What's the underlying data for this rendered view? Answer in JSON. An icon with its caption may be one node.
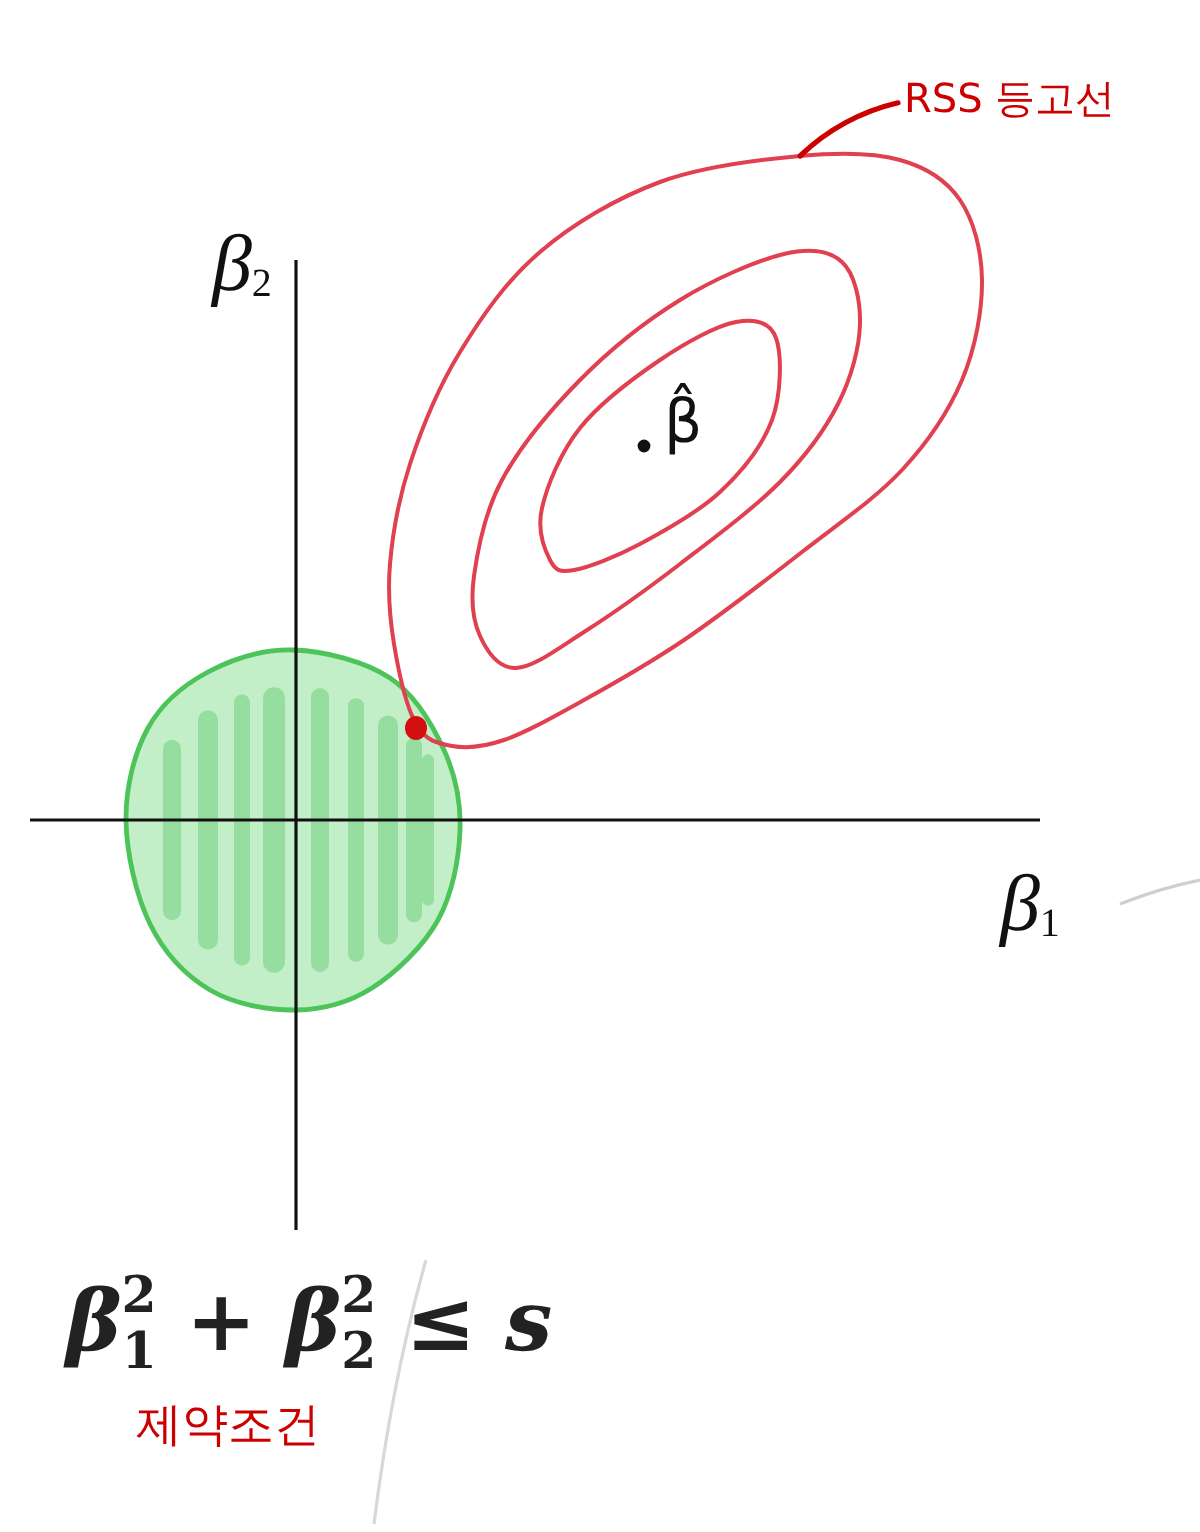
{
  "diagram": {
    "nodes": [
      {
        "text": [
          "RSS 등고선"
        ]
      },
      {
        "text": [],
        "shape": "ellipse"
      }
    ],
    "edges": [
      {
        "from": 0,
        "to": 1,
        "arrow": "none"
      }
    ],
    "labels": [
      "β$_{2}$",
      "β̂",
      "β$_{1}$",
      "*β*$_{1}$$^{2}$ + *β*$_{2}$$^{2}$ ≤ *s*",
      "제약조건"
    ]
  }
}
